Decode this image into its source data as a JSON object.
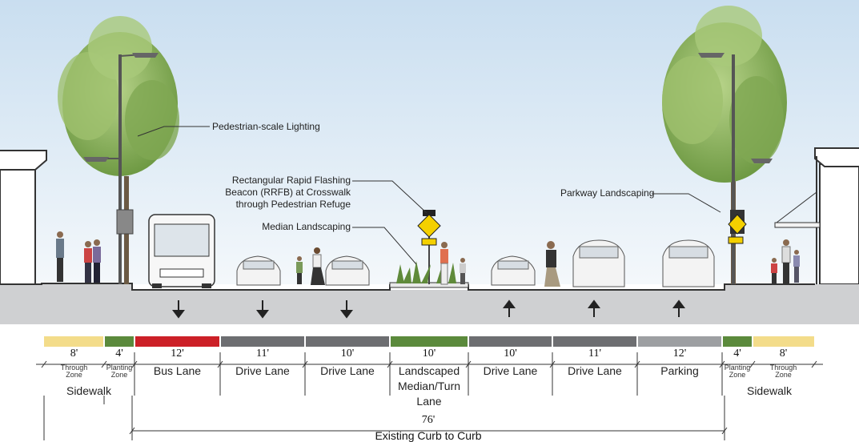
{
  "callouts": {
    "lighting": "Pedestrian-scale Lighting",
    "rrfb_line1": "Rectangular Rapid Flashing",
    "rrfb_line2": "Beacon (RRFB) at Crosswalk",
    "rrfb_line3": "through Pedestrian Refuge",
    "median": "Median Landscaping",
    "parkway": "Parkway Landscaping"
  },
  "segments": [
    {
      "dim": "8'",
      "sub": "Through Zone",
      "color": "#f3dc8a"
    },
    {
      "dim": "4'",
      "sub": "Planting Zone",
      "color": "#5b8a3c"
    },
    {
      "dim": "12'",
      "name": "Bus Lane",
      "color": "#cc2027"
    },
    {
      "dim": "11'",
      "name": "Drive Lane",
      "color": "#6d6e71"
    },
    {
      "dim": "10'",
      "name": "Drive Lane",
      "color": "#6d6e71"
    },
    {
      "dim": "10'",
      "name": "Landscaped Median/Turn Lane",
      "color": "#5b8a3c"
    },
    {
      "dim": "10'",
      "name": "Drive Lane",
      "color": "#6d6e71"
    },
    {
      "dim": "11'",
      "name": "Drive Lane",
      "color": "#6d6e71"
    },
    {
      "dim": "12'",
      "name": "Parking",
      "color": "#9d9fa2"
    },
    {
      "dim": "4'",
      "sub": "Planting Zone",
      "color": "#5b8a3c"
    },
    {
      "dim": "8'",
      "sub": "Through Zone",
      "color": "#f3dc8a"
    }
  ],
  "sidewalk_label": "Sidewalk",
  "total": {
    "dim": "76'",
    "label": "Existing Curb to Curb"
  },
  "colors": {
    "sky_top": "#c9def0",
    "sky_bottom": "#ffffff",
    "pavement": "#cfd0d2",
    "tree": "#8fb561",
    "arrow": "#222222"
  }
}
